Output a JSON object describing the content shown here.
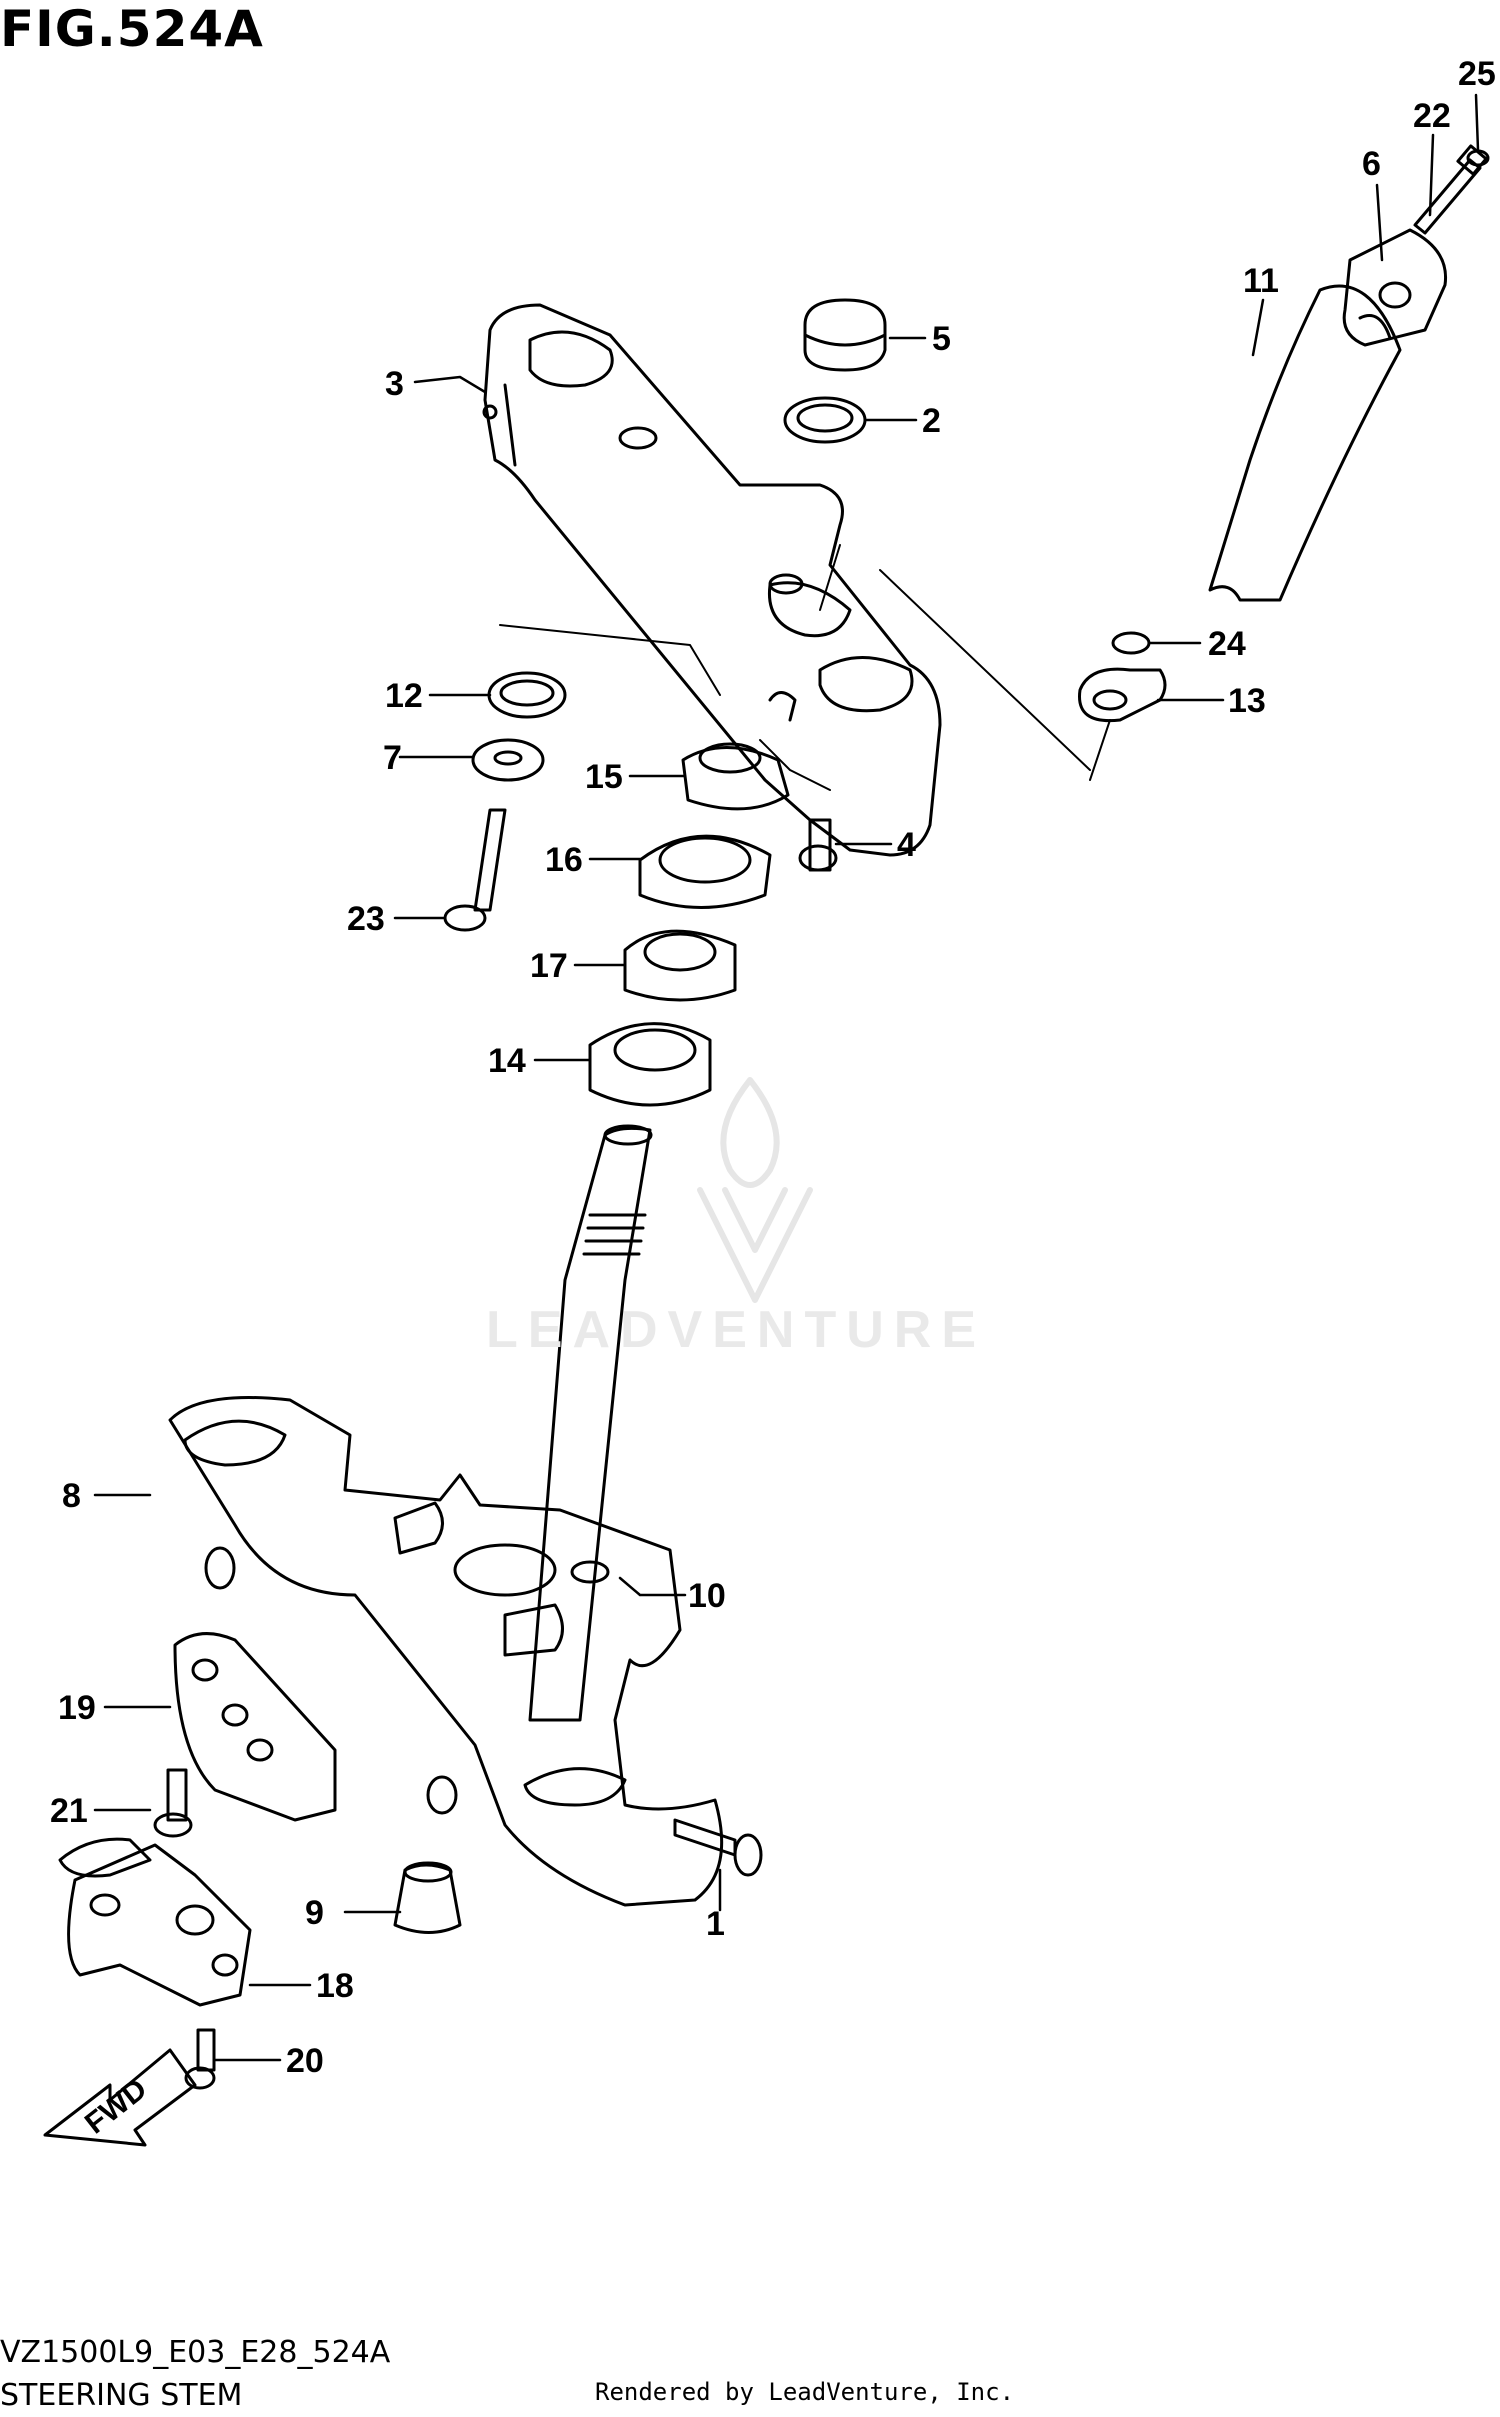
{
  "figure": {
    "title": "FIG.524A",
    "model_code": "VZ1500L9_E03_E28_524A",
    "caption": "STEERING STEM",
    "rendered_by": "Rendered by LeadVenture, Inc.",
    "watermark": "LEADVENTURE",
    "fwd_label": "FWD"
  },
  "parts": [
    {
      "id": "1",
      "label": "1"
    },
    {
      "id": "2",
      "label": "2"
    },
    {
      "id": "3",
      "label": "3"
    },
    {
      "id": "4",
      "label": "4"
    },
    {
      "id": "5",
      "label": "5"
    },
    {
      "id": "6",
      "label": "6"
    },
    {
      "id": "7",
      "label": "7"
    },
    {
      "id": "8",
      "label": "8"
    },
    {
      "id": "9",
      "label": "9"
    },
    {
      "id": "10",
      "label": "10"
    },
    {
      "id": "11",
      "label": "11"
    },
    {
      "id": "12",
      "label": "12"
    },
    {
      "id": "13",
      "label": "13"
    },
    {
      "id": "14",
      "label": "14"
    },
    {
      "id": "15",
      "label": "15"
    },
    {
      "id": "16",
      "label": "16"
    },
    {
      "id": "17",
      "label": "17"
    },
    {
      "id": "18",
      "label": "18"
    },
    {
      "id": "19",
      "label": "19"
    },
    {
      "id": "20",
      "label": "20"
    },
    {
      "id": "21",
      "label": "21"
    },
    {
      "id": "22",
      "label": "22"
    },
    {
      "id": "23",
      "label": "23"
    },
    {
      "id": "24",
      "label": "24"
    },
    {
      "id": "25",
      "label": "25"
    }
  ]
}
